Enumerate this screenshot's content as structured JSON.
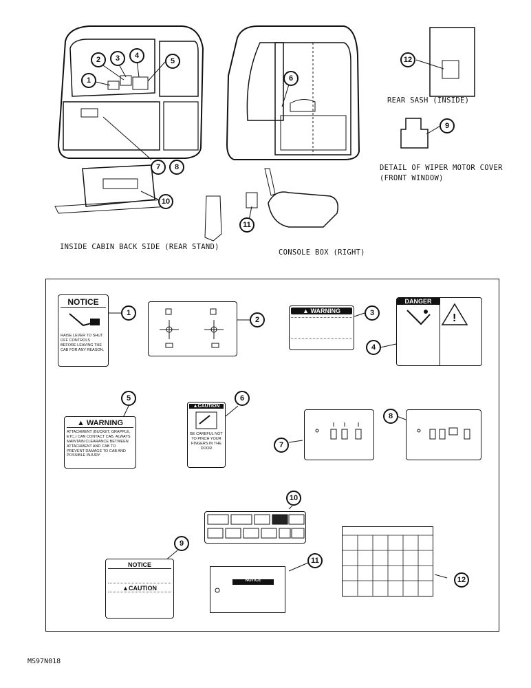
{
  "captions": {
    "rear_sash": "REAR SASH (INSIDE)",
    "wiper_detail_1": "DETAIL OF WIPER MOTOR COVER",
    "wiper_detail_2": "(FRONT WINDOW)",
    "inside_cabin": "INSIDE CABIN BACK SIDE (REAR STAND)",
    "console_box": "CONSOLE BOX (RIGHT)",
    "figure_id": "MS97N018"
  },
  "callouts": [
    "1",
    "2",
    "3",
    "4",
    "5",
    "6",
    "7",
    "8",
    "9",
    "10",
    "11",
    "12"
  ],
  "decals": {
    "d1_title": "NOTICE",
    "d1_text": "RAISE LEVER TO SHUT OFF CONTROLS BEFORE LEAVING THE CAB FOR ANY REASON.",
    "d3_title": "WARNING",
    "d5_title": "WARNING",
    "d5_text": "ATTACHMENT (BUCKET, GRAPPLE, ETC.) CAN CONTACT CAB. ALWAYS MAINTAIN CLEARANCE BETWEEN ATTACHMENT AND CAB TO PREVENT DAMAGE TO CAB AND POSSIBLE INJURY.",
    "d6_title": "CAUTION",
    "d6_text": "BE CAREFUL NOT TO PINCH YOUR FINGERS IN THE DOOR",
    "d4_title": "DANGER",
    "d9_title1": "NOTICE",
    "d9_title2": "CAUTION",
    "d11_title": "NOTICE"
  }
}
